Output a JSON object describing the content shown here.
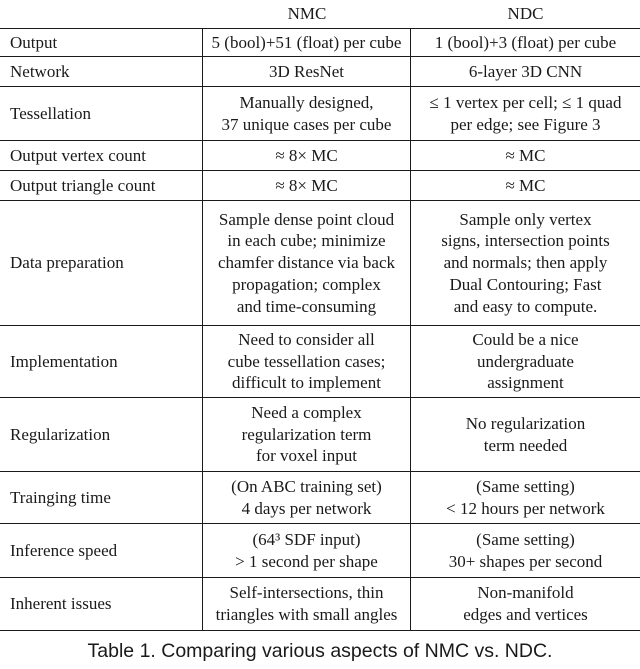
{
  "table": {
    "headers": [
      "",
      "NMC",
      "NDC"
    ],
    "rows": [
      {
        "label": "Output",
        "nmc": [
          "5 (bool)+51 (float) per cube"
        ],
        "ndc": [
          "1 (bool)+3 (float) per cube"
        ]
      },
      {
        "label": "Network",
        "nmc": [
          "3D ResNet"
        ],
        "ndc": [
          "6-layer 3D CNN"
        ]
      },
      {
        "label": "Tessellation",
        "nmc": [
          "Manually designed,",
          "37 unique cases per cube"
        ],
        "ndc": [
          "≤ 1 vertex per cell; ≤ 1 quad",
          "per edge; see Figure 3"
        ]
      },
      {
        "label": "Output vertex count",
        "nmc": [
          "≈ 8× MC"
        ],
        "ndc": [
          "≈ MC"
        ]
      },
      {
        "label": "Output triangle count",
        "nmc": [
          "≈ 8× MC"
        ],
        "ndc": [
          "≈ MC"
        ]
      },
      {
        "label": "Data preparation",
        "nmc": [
          "Sample dense point cloud",
          "in each cube; minimize",
          "chamfer distance via back",
          "propagation; complex",
          "and time-consuming"
        ],
        "ndc": [
          "Sample only vertex",
          "signs, intersection points",
          "and normals; then apply",
          "Dual Contouring; Fast",
          "and easy to compute."
        ]
      },
      {
        "label": "Implementation",
        "nmc": [
          "Need to consider all",
          "cube tessellation cases;",
          "difficult to implement"
        ],
        "ndc": [
          "Could be a nice",
          "undergraduate",
          "assignment"
        ]
      },
      {
        "label": "Regularization",
        "nmc": [
          "Need a complex",
          "regularization term",
          "for voxel input"
        ],
        "ndc": [
          "No regularization",
          "term needed"
        ]
      },
      {
        "label": "Trainging time",
        "nmc": [
          "(On ABC training set)",
          "4 days per network"
        ],
        "ndc": [
          "(Same setting)",
          "< 12 hours per network"
        ]
      },
      {
        "label": "Inference speed",
        "nmc": [
          "(64³ SDF input)",
          "> 1 second per shape"
        ],
        "ndc": [
          "(Same setting)",
          "30+ shapes per second"
        ]
      },
      {
        "label": "Inherent issues",
        "nmc": [
          "Self-intersections, thin",
          "triangles with small angles"
        ],
        "ndc": [
          "Non-manifold",
          "edges and vertices"
        ]
      }
    ]
  },
  "caption": "Table 1.  Comparing various aspects of NMC vs. NDC."
}
